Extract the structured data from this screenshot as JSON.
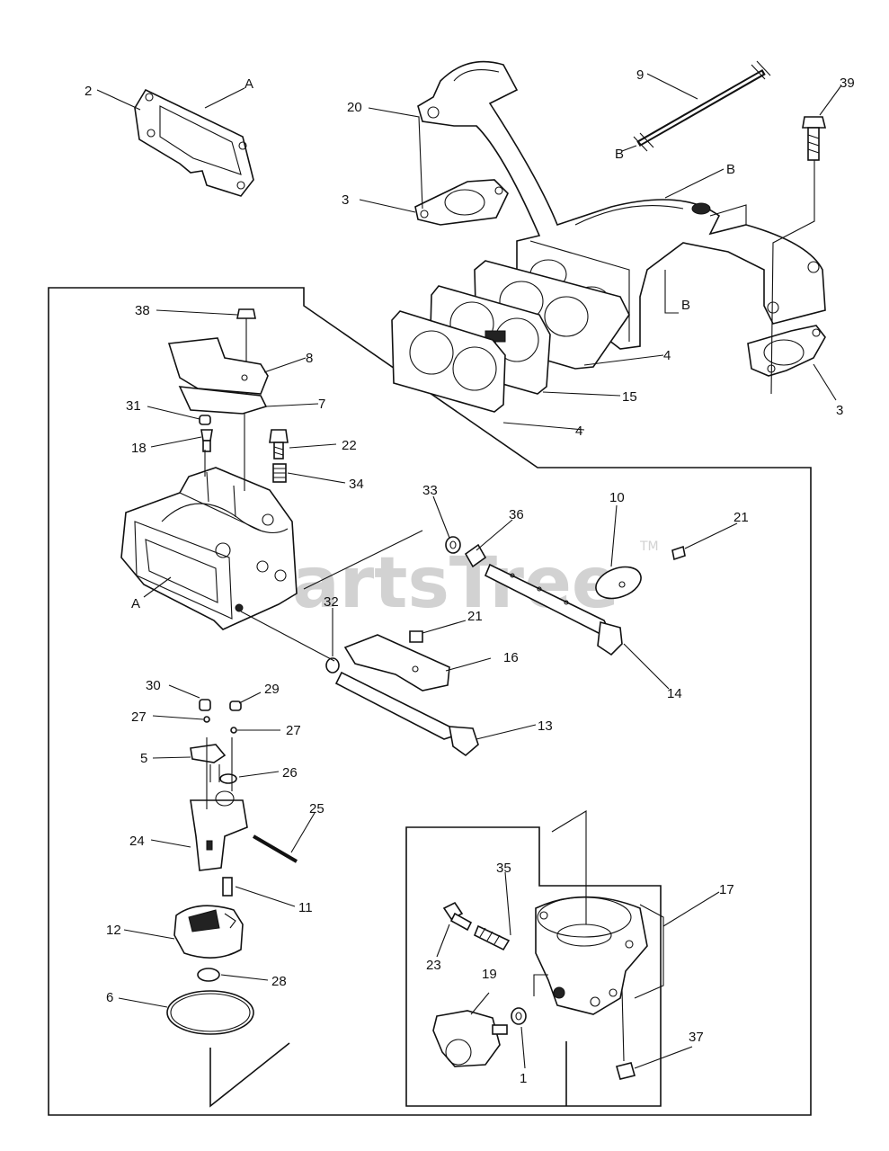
{
  "diagram": {
    "watermark": "PartsTree",
    "watermark_tm": "TM",
    "callouts": {
      "n1": "1",
      "n2": "2",
      "n3a": "3",
      "n3b": "3",
      "n4a": "4",
      "n4b": "4",
      "n5": "5",
      "n6": "6",
      "n7": "7",
      "n8": "8",
      "n9": "9",
      "n10": "10",
      "n11": "11",
      "n12": "12",
      "n13": "13",
      "n14": "14",
      "n15": "15",
      "n16": "16",
      "n17": "17",
      "n18": "18",
      "n19": "19",
      "n20": "20",
      "n21a": "21",
      "n21b": "21",
      "n22": "22",
      "n23": "23",
      "n24": "24",
      "n25": "25",
      "n26": "26",
      "n27a": "27",
      "n27b": "27",
      "n28": "28",
      "n29": "29",
      "n30": "30",
      "n31": "31",
      "n32": "32",
      "n33": "33",
      "n34": "34",
      "n35": "35",
      "n36": "36",
      "n37": "37",
      "n38": "38",
      "n39": "39",
      "ref_a1": "A",
      "ref_a2": "A",
      "ref_b1": "B",
      "ref_b2": "B",
      "ref_b3": "B"
    }
  }
}
